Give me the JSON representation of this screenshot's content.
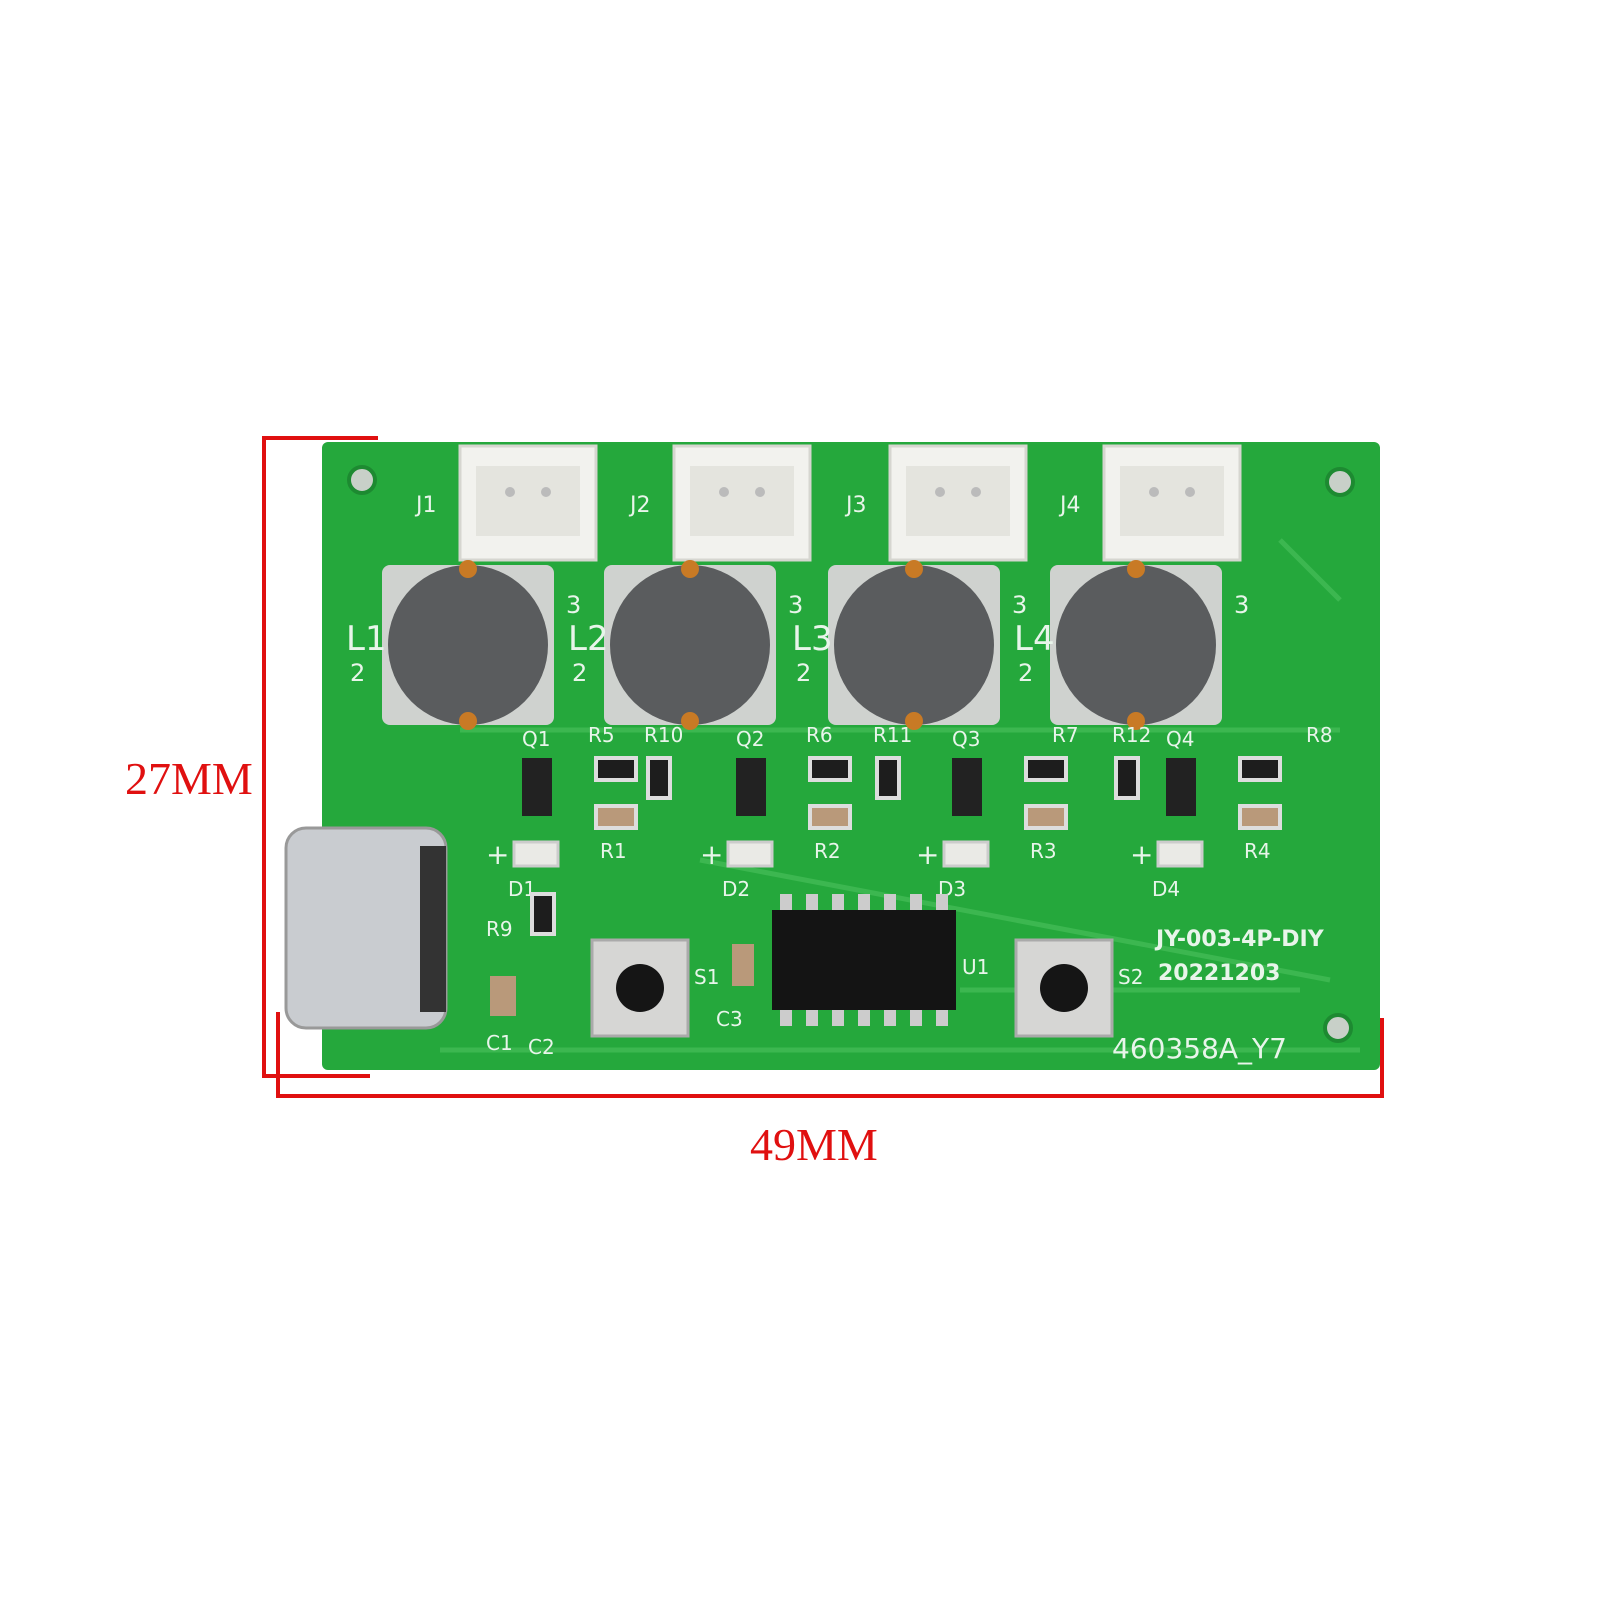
{
  "dimensions": {
    "height_label": "27MM",
    "width_label": "49MM",
    "line_color": "#e01010"
  },
  "board": {
    "pcb_color": "#25a83c",
    "connectors": [
      "J1",
      "J2",
      "J3",
      "J4"
    ],
    "inductors": [
      {
        "label": "L1",
        "pin_a": "3",
        "pin_b": "2"
      },
      {
        "label": "L2",
        "pin_a": "3",
        "pin_b": "2"
      },
      {
        "label": "L3",
        "pin_a": "3",
        "pin_b": "2"
      },
      {
        "label": "L4",
        "pin_a": "3",
        "pin_b": "2"
      }
    ],
    "transistors": [
      "Q1",
      "Q2",
      "Q3",
      "Q4"
    ],
    "resistors_top": [
      "R5",
      "R10",
      "R6",
      "R11",
      "R7",
      "R12",
      "R8"
    ],
    "resistors_bottom": [
      "R1",
      "R2",
      "R3",
      "R4"
    ],
    "leds": [
      "D1",
      "D2",
      "D3",
      "D4"
    ],
    "led_polarity": "+",
    "other_labels": [
      "R9",
      "C1",
      "C2",
      "C3",
      "S1",
      "S2",
      "U1"
    ],
    "model_text": "JY-003-4P-DIY",
    "date_text": "20221203",
    "serial_text": "460358A_Y7"
  }
}
